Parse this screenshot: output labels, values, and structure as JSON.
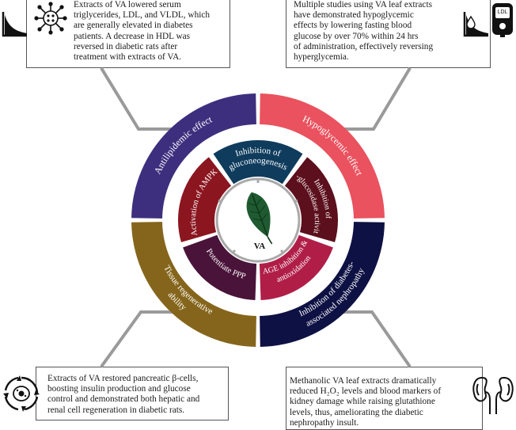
{
  "center_label": "VA",
  "outer_ring": [
    {
      "label": "Antilipidemic effect",
      "color": "#3d2f7e"
    },
    {
      "label": "Hypoglycemic effect",
      "color": "#e9525e"
    },
    {
      "label": "Inhibition of diabetes-associated nephropathy",
      "color": "#0e1143"
    },
    {
      "label": "Tissue regenerative ability",
      "color": "#85651b"
    }
  ],
  "inner_ring": [
    {
      "label": "Inhibition of gluconeogenesis",
      "color": "#0f3c5d"
    },
    {
      "label": "Inhibition of α-glucosidase activity",
      "color": "#5c0f1c"
    },
    {
      "label": "AGE inhibition & antioxidation",
      "color": "#b01e48"
    },
    {
      "label": "Potentiate PPP",
      "color": "#4a1339"
    },
    {
      "label": "Activation of AMPK",
      "color": "#8b1620"
    }
  ],
  "boxes": {
    "top_left": [
      "Extracts of VA lowered serum",
      "triglycerides, LDL, and VLDL, which",
      "are generally elevated in diabetes",
      "patients. A decrease in HDL was",
      "reversed in diabetic rats after",
      "treatment with extracts of VA."
    ],
    "top_right": [
      "Multiple studies using VA leaf extracts",
      "have demonstrated hypoglycemic",
      "effects by lowering fasting blood",
      "glucose by over 70% within 24 hrs",
      "of administration, effectively reversing",
      "hyperglycemia."
    ],
    "bottom_left": [
      "Extracts of VA restored pancreatic β-cells,",
      "boosting insulin production and glucose",
      "control and demonstrated both hepatic and",
      "renal cell regeneration in diabetic rats."
    ],
    "bottom_right": [
      "Methanolic VA leaf extracts dramatically",
      "reduced H₂O₂ levels and blood markers of",
      "kidney damage while raising glutathione",
      "levels, thus, ameliorating the diabetic",
      "nephropathy insult."
    ]
  },
  "icons": {
    "top_left_1": "declining-curve-icon",
    "top_left_2": "lipid-molecule-icon",
    "top_right_1": "blood-drop-icon",
    "top_right_2": "glucose-meter-icon",
    "glucose_meter_text": "LDL",
    "bottom_left": "cell-regeneration-icon",
    "bottom_right": "kidney-icon"
  }
}
